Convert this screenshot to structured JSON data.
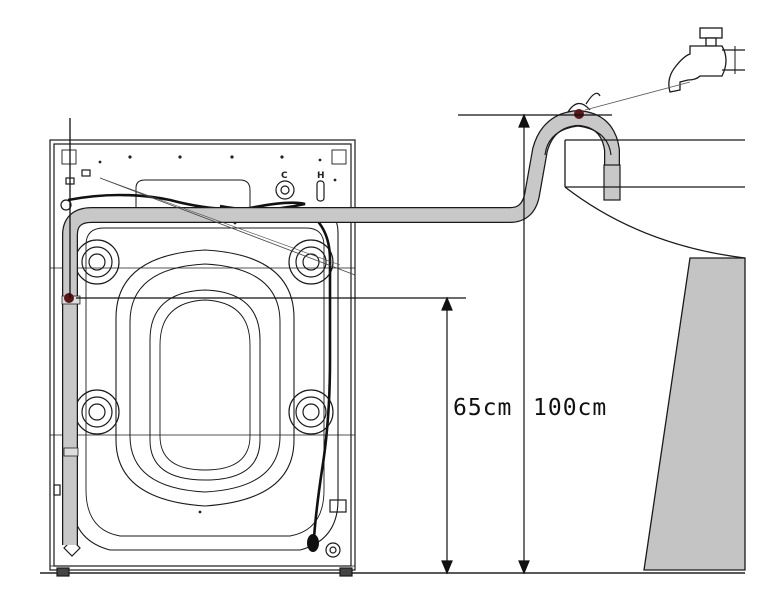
{
  "dimensions": {
    "hose_height_label": "65cm",
    "sink_height_label": "100cm"
  },
  "machine_marks": {
    "cold_inlet": "C",
    "hot_inlet": "H"
  },
  "colors": {
    "hose": "#c8c8c8",
    "sink_support": "#c4c4c4",
    "outline": "#1a1a1a",
    "cable": "#111111"
  }
}
